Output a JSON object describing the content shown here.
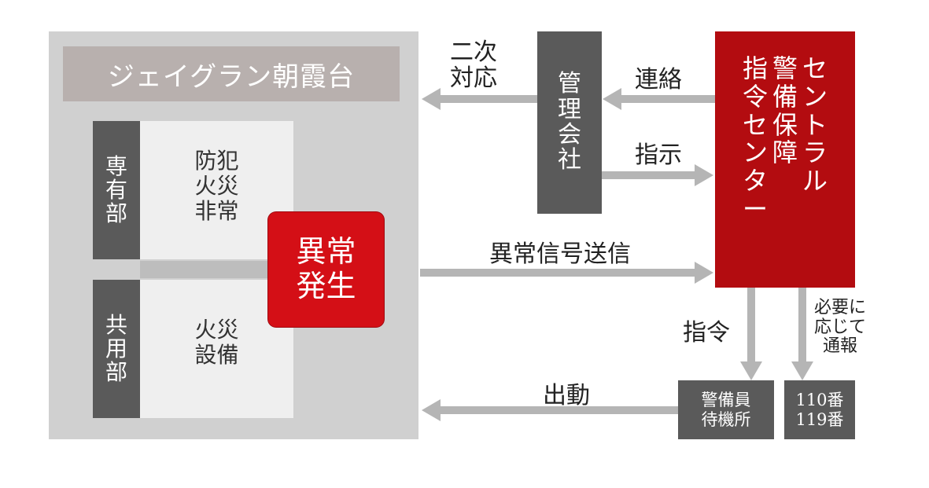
{
  "building": {
    "title": "ジェイグラン朝霞台",
    "private_area": {
      "label": [
        "専",
        "有",
        "部"
      ],
      "items": [
        "防犯",
        "火災",
        "非常"
      ]
    },
    "common_area": {
      "label": [
        "共",
        "用",
        "部"
      ],
      "items": [
        "火災",
        "設備"
      ]
    }
  },
  "abnormal_event": [
    "異常",
    "発生"
  ],
  "management_company": [
    "管",
    "理",
    "会",
    "社"
  ],
  "security_center": {
    "columns": [
      [
        "セ",
        "ン",
        "ト",
        "ラ",
        "ル"
      ],
      [
        "警",
        "備",
        "保",
        "障"
      ],
      [
        "指",
        "令",
        "セ",
        "ン",
        "タ",
        "ー"
      ]
    ]
  },
  "arrows": {
    "secondary_response": [
      "二次",
      "対応"
    ],
    "contact": "連絡",
    "instruction": "指示",
    "signal_transmission": "異常信号送信",
    "command": "指令",
    "notify_if_needed": [
      "必要に",
      "応じて",
      "通報"
    ],
    "dispatch": "出動"
  },
  "standby_station": [
    "警備員",
    "待機所"
  ],
  "emergency_numbers": [
    "110番",
    "119番"
  ],
  "colors": {
    "building_bg": "#d0d0d0",
    "title_bar": "#b8b0ae",
    "dark_box": "#5a5a5a",
    "panel": "#efefef",
    "accent_red": "#d40f16",
    "center_red": "#b30c10",
    "arrow": "#b5b5b5"
  }
}
